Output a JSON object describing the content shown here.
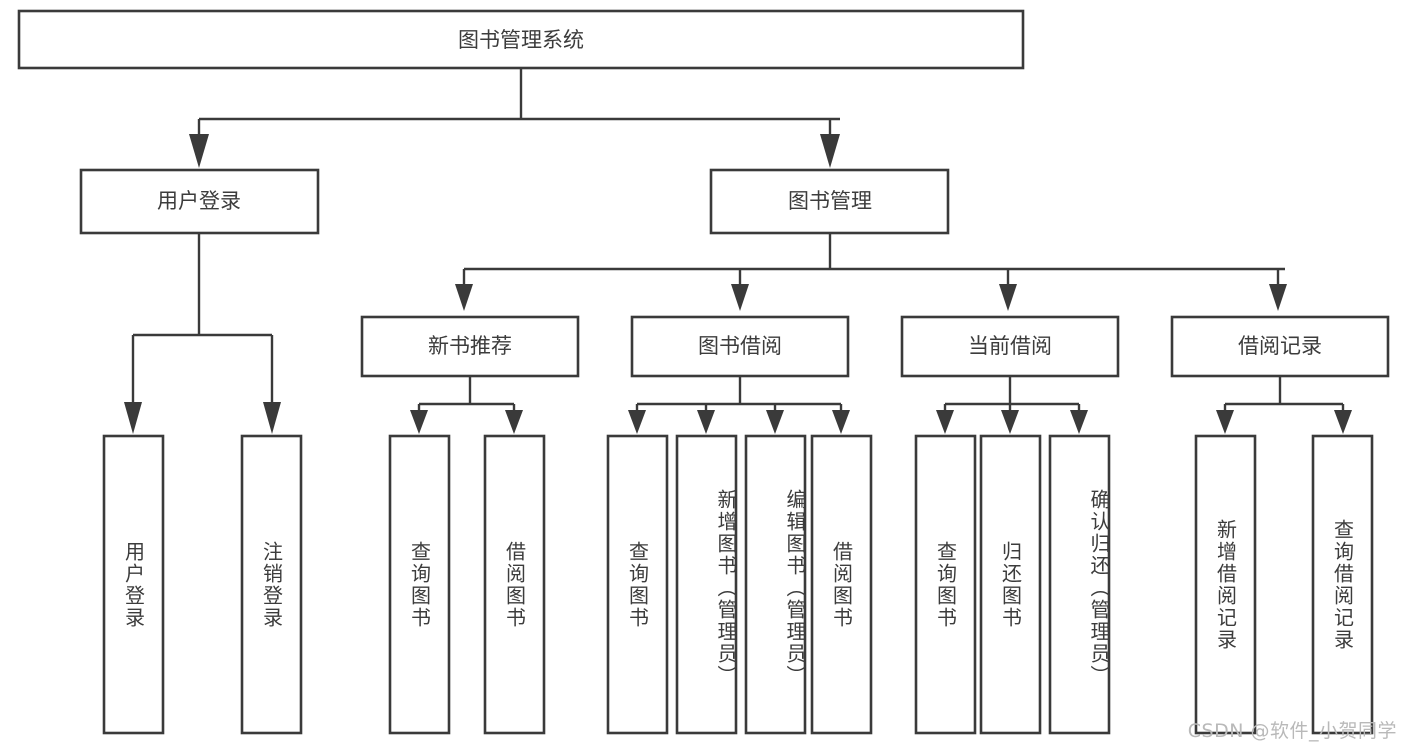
{
  "diagram": {
    "type": "tree-hierarchy-flowchart",
    "title": "图书管理系统",
    "orientation": "top-down",
    "colors": {
      "box_stroke": "#3a3a3a",
      "box_fill": "#ffffff",
      "connector": "#3a3a3a",
      "text": "#3c3c3c",
      "watermark": "#b9b9b9",
      "background": "#ffffff"
    },
    "levels": {
      "level0": {
        "label": "图书管理系统"
      },
      "level1": [
        {
          "label": "用户登录"
        },
        {
          "label": "图书管理"
        }
      ],
      "level2": [
        {
          "label": "新书推荐"
        },
        {
          "label": "图书借阅"
        },
        {
          "label": "当前借阅"
        },
        {
          "label": "借阅记录"
        }
      ]
    },
    "root": {
      "label": "图书管理系统",
      "children": [
        {
          "label": "用户登录",
          "children": [
            {
              "label": "用户登录"
            },
            {
              "label": "注销登录"
            }
          ]
        },
        {
          "label": "图书管理",
          "children": [
            {
              "label": "新书推荐",
              "children": [
                {
                  "label": "查询图书"
                },
                {
                  "label": "借阅图书"
                }
              ]
            },
            {
              "label": "图书借阅",
              "children": [
                {
                  "label": "查询图书"
                },
                {
                  "label": "新增图书（管理员）"
                },
                {
                  "label": "编辑图书（管理员）"
                },
                {
                  "label": "借阅图书"
                }
              ]
            },
            {
              "label": "当前借阅",
              "children": [
                {
                  "label": "查询图书"
                },
                {
                  "label": "归还图书"
                },
                {
                  "label": "确认归还（管理员）"
                }
              ]
            },
            {
              "label": "借阅记录",
              "children": [
                {
                  "label": "新增借阅记录"
                },
                {
                  "label": "查询借阅记录"
                }
              ]
            }
          ]
        }
      ]
    },
    "leaves": [
      {
        "id": "leaf-user-login",
        "label": "用户登录",
        "parent": "用户登录"
      },
      {
        "id": "leaf-user-logout",
        "label": "注销登录",
        "parent": "用户登录"
      },
      {
        "id": "leaf-rec-search-book",
        "label": "查询图书",
        "parent": "新书推荐"
      },
      {
        "id": "leaf-rec-borrow-book",
        "label": "借阅图书",
        "parent": "新书推荐"
      },
      {
        "id": "leaf-borrow-search-book",
        "label": "查询图书",
        "parent": "图书借阅"
      },
      {
        "id": "leaf-borrow-add-book",
        "label": "新增图书（管理员）",
        "parent": "图书借阅"
      },
      {
        "id": "leaf-borrow-edit-book",
        "label": "编辑图书（管理员）",
        "parent": "图书借阅"
      },
      {
        "id": "leaf-borrow-borrow-book",
        "label": "借阅图书",
        "parent": "图书借阅"
      },
      {
        "id": "leaf-current-search-book",
        "label": "查询图书",
        "parent": "当前借阅"
      },
      {
        "id": "leaf-current-return-book",
        "label": "归还图书",
        "parent": "当前借阅"
      },
      {
        "id": "leaf-current-confirm-return",
        "label": "确认归还（管理员）",
        "parent": "当前借阅"
      },
      {
        "id": "leaf-record-add",
        "label": "新增借阅记录",
        "parent": "借阅记录"
      },
      {
        "id": "leaf-record-query",
        "label": "查询借阅记录",
        "parent": "借阅记录"
      }
    ]
  },
  "watermark": {
    "text": "CSDN @软件_小贺同学"
  }
}
